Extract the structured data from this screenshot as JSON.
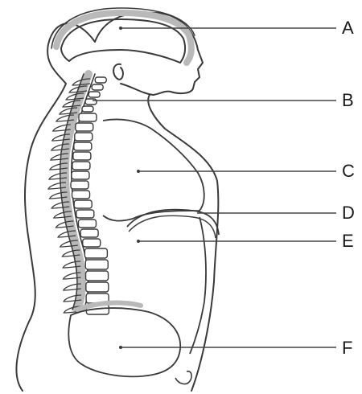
{
  "labels": {
    "a": "A",
    "b": "B",
    "c": "C",
    "d": "D",
    "e": "E",
    "f": "F"
  },
  "colors": {
    "outline": "#3a3a3a",
    "fill_gray": "#b9b9b9",
    "leader_line": "#444444"
  }
}
